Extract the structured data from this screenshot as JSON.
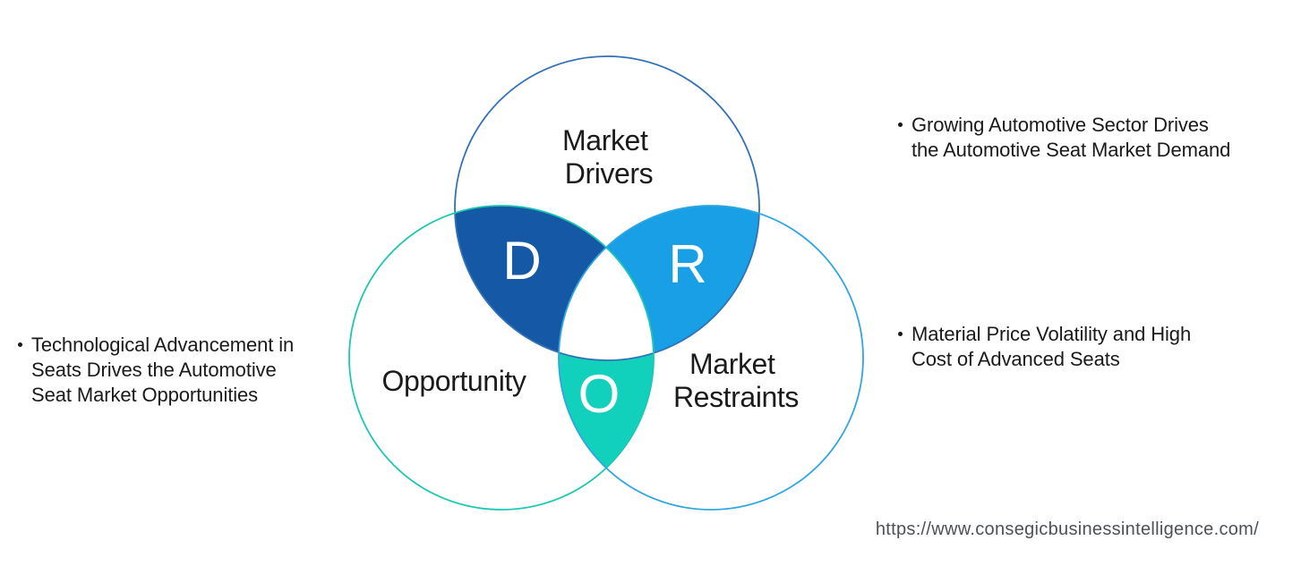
{
  "venn": {
    "drivers": {
      "label_line1": "Market",
      "label_line2": "Drivers",
      "letter": "D",
      "fill": "#1458A6",
      "stroke": "#3272B4"
    },
    "restraints": {
      "label_line1": "Market",
      "label_line2": "Restraints",
      "letter": "R",
      "fill": "#189FE6",
      "stroke": "#2EA6E0"
    },
    "opportunity": {
      "label": "Opportunity",
      "letter": "O",
      "fill": "#12D1BC",
      "stroke": "#1CC8B2"
    }
  },
  "insights": {
    "left": {
      "lines": [
        "Technological Advancement in",
        "Seats Drives the Automotive",
        "Seat Market Opportunities"
      ]
    },
    "right_top": {
      "lines": [
        "Growing Automotive Sector Drives",
        "the Automotive Seat Market Demand"
      ]
    },
    "right_bottom": {
      "lines": [
        "Material Price Volatility and High",
        "Cost of Advanced Seats"
      ]
    }
  },
  "footer": {
    "url": "https://www.consegicbusinessintelligence.com/"
  }
}
